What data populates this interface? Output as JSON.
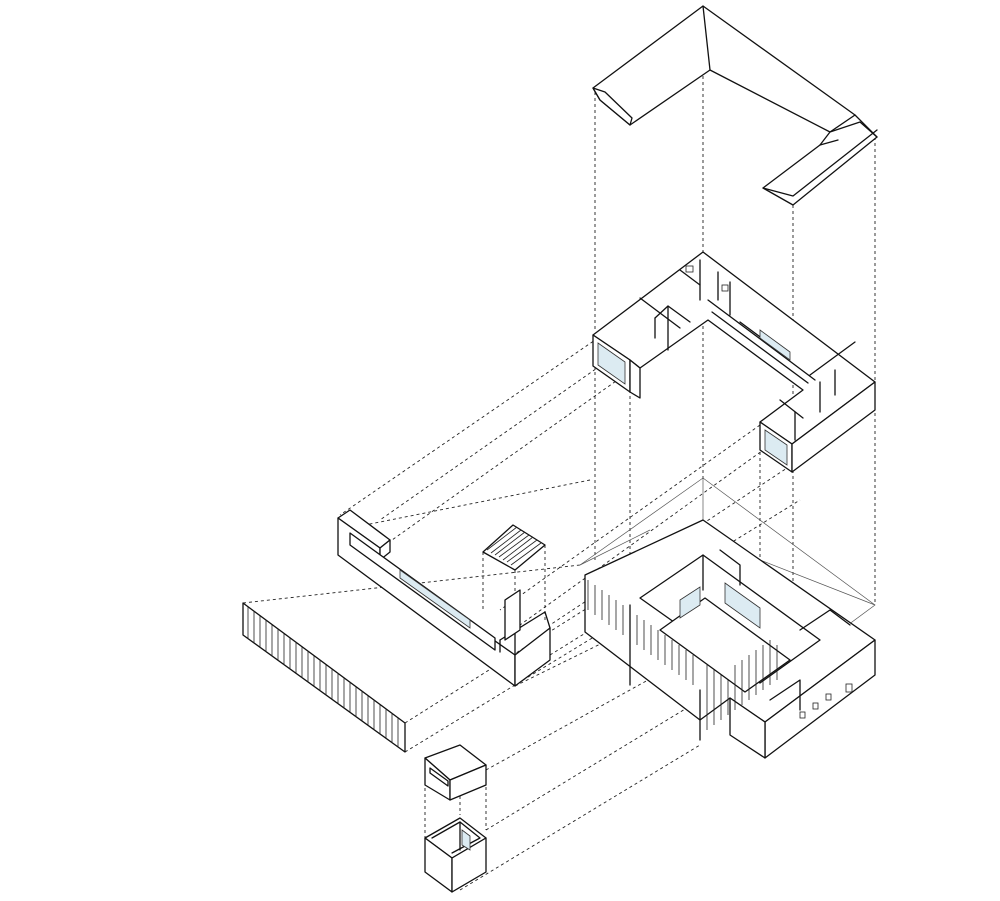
{
  "diagram": {
    "type": "exploded-axonometric",
    "components": [
      "roof",
      "upper-floor",
      "ground-floor",
      "entrance-wing",
      "chimney",
      "slatted-screen-wall",
      "garden-pavilion"
    ],
    "colors": {
      "line": "#111111",
      "background": "#ffffff",
      "glass": "#dcebf2"
    }
  }
}
